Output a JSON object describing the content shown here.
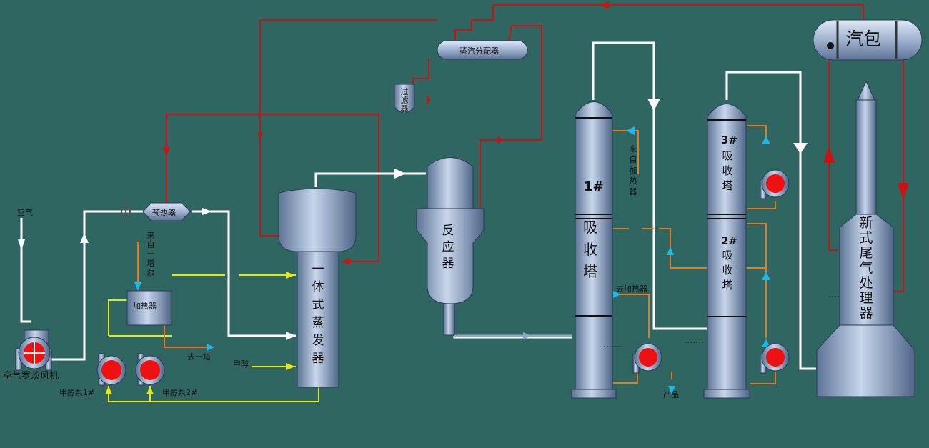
{
  "labels": {
    "air": "空气",
    "blower": "空气罗茨风机",
    "preheater": "预热器",
    "from_tower1_pump": "来自一塔泵",
    "heater": "加热器",
    "to_tower1": "去一塔",
    "methanol": "甲醇",
    "pump1": "甲醇泵1#",
    "pump2": "甲醇泵2#",
    "evaporator": "一体式蒸发器",
    "filter": "过滤器",
    "steam_distributor": "蒸汽分配器",
    "reactor": "反应器",
    "absorber1_num": "1#",
    "absorber1_name": "吸收塔",
    "from_heater": "来自加热器",
    "to_heater": "去加热器",
    "product": "产品",
    "absorber3_num": "3#",
    "absorber3_name": "吸收塔",
    "absorber2_num": "2#",
    "absorber2_name": "吸收塔",
    "steam_drum": "汽包",
    "tail_gas": "新式尾气处理器"
  },
  "colors": {
    "background": "#2f6662",
    "steam_line": "#cc1111",
    "gas_line": "#ffffff",
    "methanol_line": "#e6e619",
    "liquid_line": "#e87a1c",
    "flow_arrow": "#1fb7e8",
    "pump_impeller": "#ee1111"
  }
}
